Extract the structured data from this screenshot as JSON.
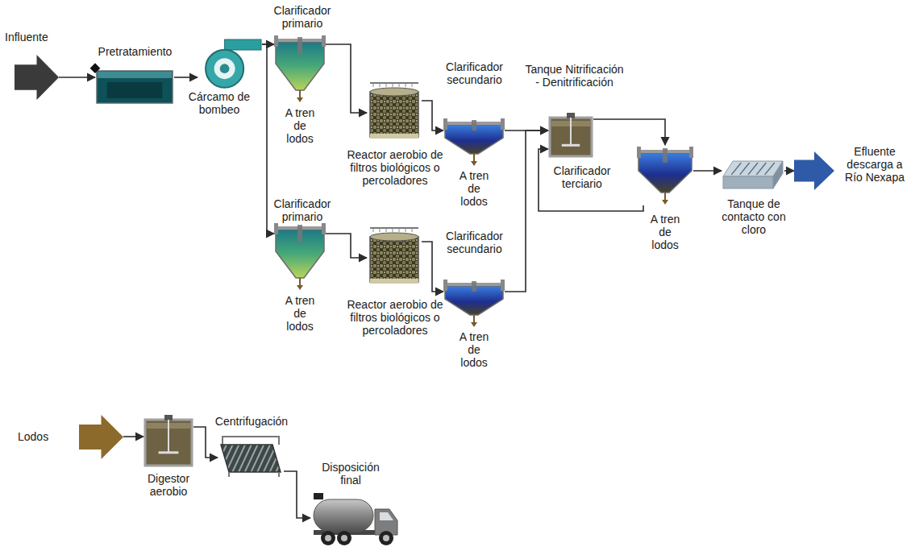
{
  "diagram": {
    "nodes": [
      {
        "text": [
          "Influente"
        ]
      },
      {
        "text": [
          "Pretratamiento"
        ]
      },
      {
        "text": [
          "Cárcamo de bombeo"
        ]
      },
      {
        "text": [
          "Clarificador primario",
          "A tren de lodos"
        ]
      },
      {
        "text": [
          "Reactor aerobio de filtros biológicos o percoladores"
        ]
      },
      {
        "text": [
          "Clarificador secundario",
          "A tren de lodos"
        ]
      },
      {
        "text": [
          "Clarificador primario",
          "A tren de lodos"
        ]
      },
      {
        "text": [
          "Reactor aerobio de filtros biológicos o percoladores"
        ]
      },
      {
        "text": [
          "Clarificador secundario",
          "A tren de lodos"
        ]
      },
      {
        "text": [
          "Tanque Nitrificación - Denitrificación"
        ]
      },
      {
        "text": [
          "Clarificador terciario",
          "A tren de lodos"
        ]
      },
      {
        "text": [
          "Tanque de contacto con cloro"
        ]
      },
      {
        "text": [
          "Efluente descarga a Río Nexapa"
        ]
      },
      {
        "text": [
          "Lodos"
        ]
      },
      {
        "text": [
          "Digestor aerobio"
        ]
      },
      {
        "text": [
          "Centrifugación"
        ]
      },
      {
        "text": [
          "Disposición final"
        ]
      }
    ],
    "edges": [
      {
        "from": 0,
        "to": 1,
        "arrow": "to"
      },
      {
        "from": 1,
        "to": 2,
        "arrow": "to"
      },
      {
        "from": 2,
        "to": 3,
        "arrow": "to"
      },
      {
        "from": 2,
        "to": 6,
        "arrow": "to"
      },
      {
        "from": 3,
        "to": 4,
        "arrow": "to"
      },
      {
        "from": 4,
        "to": 5,
        "arrow": "to"
      },
      {
        "from": 6,
        "to": 7,
        "arrow": "to"
      },
      {
        "from": 7,
        "to": 8,
        "arrow": "to"
      },
      {
        "from": 5,
        "to": 9,
        "arrow": "to"
      },
      {
        "from": 8,
        "to": 9,
        "arrow": "to"
      },
      {
        "from": 9,
        "to": 10,
        "arrow": "to"
      },
      {
        "from": 10,
        "to": 9,
        "arrow": "to"
      },
      {
        "from": 10,
        "to": 11,
        "arrow": "to"
      },
      {
        "from": 11,
        "to": 12,
        "arrow": "to"
      },
      {
        "from": 13,
        "to": 14,
        "arrow": "to"
      },
      {
        "from": 14,
        "to": 15,
        "arrow": "to"
      },
      {
        "from": 15,
        "to": 16,
        "arrow": "to"
      }
    ]
  }
}
